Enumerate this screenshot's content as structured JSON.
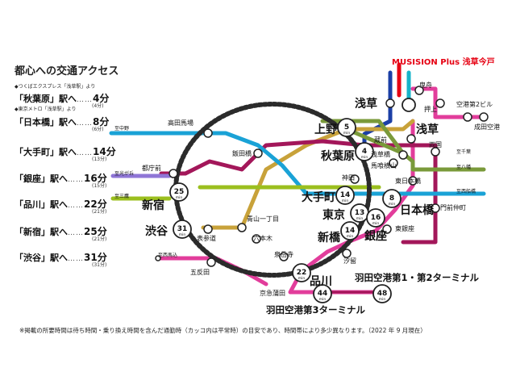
{
  "title": "都心への交通アクセス",
  "brand": "MUSISION Plus 浅草今戸",
  "notes": {
    "tx": "◆つくばエクスプレス「浅草駅」より",
    "metro": "◆東京メトロ「浅草駅」より"
  },
  "access": [
    {
      "dest": "「秋葉原」駅へ",
      "min": "4分",
      "sub": "(4分)"
    },
    {
      "dest": "「日本橋」駅へ",
      "min": "8分",
      "sub": "(6分)"
    },
    {
      "dest": "「大手町」駅へ",
      "min": "14分",
      "sub": "(13分)"
    },
    {
      "dest": "「銀座」駅へ",
      "min": "16分",
      "sub": "(15分)"
    },
    {
      "dest": "「品川」駅へ",
      "min": "22分",
      "sub": "(21分)"
    },
    {
      "dest": "「新宿」駅へ",
      "min": "25分",
      "sub": "(21分)"
    },
    {
      "dest": "「渋谷」駅へ",
      "min": "31分",
      "sub": "(31分)"
    }
  ],
  "dots": "……",
  "stations_major": {
    "asakusa1": "浅草",
    "asakusa2": "浅草",
    "ueno": "上野",
    "akihabara": "秋葉原",
    "otemachi": "大手町",
    "tokyo": "東京",
    "nihonbashi": "日本橋",
    "shimbashi": "新橋",
    "ginza": "銀座",
    "shinagawa": "品川",
    "shinjuku": "新宿",
    "shibuya": "渋谷"
  },
  "stations_minor": {
    "takadanobaba": "高田馬場",
    "iidabashi": "飯田橋",
    "toshimae": "都庁前",
    "kanda": "神田",
    "kuramae": "蔵前",
    "asakusabashi": "浅草橋",
    "bakuroyokoyama": "馬喰横山",
    "higashinihonbashi": "東日本橋",
    "ryogoku": "両国",
    "hikifune": "曳舟",
    "oshiage": "押上",
    "monzen": "門前仲町",
    "higashiginza": "東銀座",
    "shiodome": "汐留",
    "aoyama": "青山一丁目",
    "roppongi": "六本木",
    "omotesando": "表参道",
    "sengakuji": "泉岳寺",
    "gotanda": "五反田",
    "keikyukamata": "京急蒲田",
    "airportbuilding2": "空港第2ビル",
    "naritaairport": "成田空港"
  },
  "line_labels": {
    "chuo": "至中野",
    "hikarigaoka": "至光が丘",
    "mitaka": "至三鷹",
    "nishimagome": "至西馬込",
    "chiba": "至千葉",
    "yachiyo": "至八幡",
    "nishifunabashi": "至西船橋"
  },
  "badges": [
    {
      "n": "5",
      "m": "min"
    },
    {
      "n": "4",
      "m": "min"
    },
    {
      "n": "14",
      "m": "min"
    },
    {
      "n": "8",
      "m": "min"
    },
    {
      "n": "13",
      "m": "min"
    },
    {
      "n": "16",
      "m": "min"
    },
    {
      "n": "14",
      "m": "min"
    },
    {
      "n": "25",
      "m": "min"
    },
    {
      "n": "31",
      "m": "min"
    },
    {
      "n": "22",
      "m": "min"
    },
    {
      "n": "44",
      "m": "min"
    },
    {
      "n": "48",
      "m": "min"
    }
  ],
  "terminals": {
    "t12": "羽田空港第1・第2ターミナル",
    "t3": "羽田空港第3ターミナル"
  },
  "footnote": "※掲載の所要時間は待ち時間・乗り換え時間を含んだ通勤時（カッコ内は平常時）の目安であり、時間帯により多少異なります。（2022 年 9 月現在）",
  "colors": {
    "yamanote": "#2b2b2b",
    "ginza": "#c8a23a",
    "asakusa": "#e23d9b",
    "oedo": "#a3175a",
    "tozai": "#1aa2d6",
    "hanzomon": "#8f76d6",
    "tx": "#1b3fa6",
    "tokyu": "#17b3c9",
    "shinjuku_line": "#9bbf1e",
    "hibiya": "#7a9a3a",
    "brand": "#e60012"
  }
}
